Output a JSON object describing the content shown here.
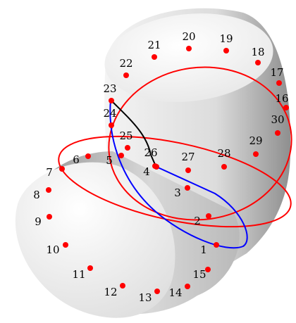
{
  "diagram": {
    "colors": {
      "points": "#ff0000",
      "red_curves": "#ff0000",
      "blue_curve": "#0000ff",
      "black_curve": "#000000"
    },
    "points": [
      {
        "id": "1",
        "label": "1"
      },
      {
        "id": "2",
        "label": "2"
      },
      {
        "id": "3",
        "label": "3"
      },
      {
        "id": "4",
        "label": "4"
      },
      {
        "id": "5",
        "label": "5"
      },
      {
        "id": "6",
        "label": "6"
      },
      {
        "id": "7",
        "label": "7"
      },
      {
        "id": "8",
        "label": "8"
      },
      {
        "id": "9",
        "label": "9"
      },
      {
        "id": "10",
        "label": "10"
      },
      {
        "id": "11",
        "label": "11"
      },
      {
        "id": "12",
        "label": "12"
      },
      {
        "id": "13",
        "label": "13"
      },
      {
        "id": "14",
        "label": "14"
      },
      {
        "id": "15",
        "label": "15"
      },
      {
        "id": "16",
        "label": "16"
      },
      {
        "id": "17",
        "label": "17"
      },
      {
        "id": "18",
        "label": "18"
      },
      {
        "id": "19",
        "label": "19"
      },
      {
        "id": "20",
        "label": "20"
      },
      {
        "id": "21",
        "label": "21"
      },
      {
        "id": "22",
        "label": "22"
      },
      {
        "id": "23",
        "label": "23"
      },
      {
        "id": "24",
        "label": "24"
      },
      {
        "id": "25",
        "label": "25"
      },
      {
        "id": "26",
        "label": "26"
      },
      {
        "id": "27",
        "label": "27"
      },
      {
        "id": "28",
        "label": "28"
      },
      {
        "id": "29",
        "label": "29"
      },
      {
        "id": "30",
        "label": "30"
      }
    ]
  }
}
